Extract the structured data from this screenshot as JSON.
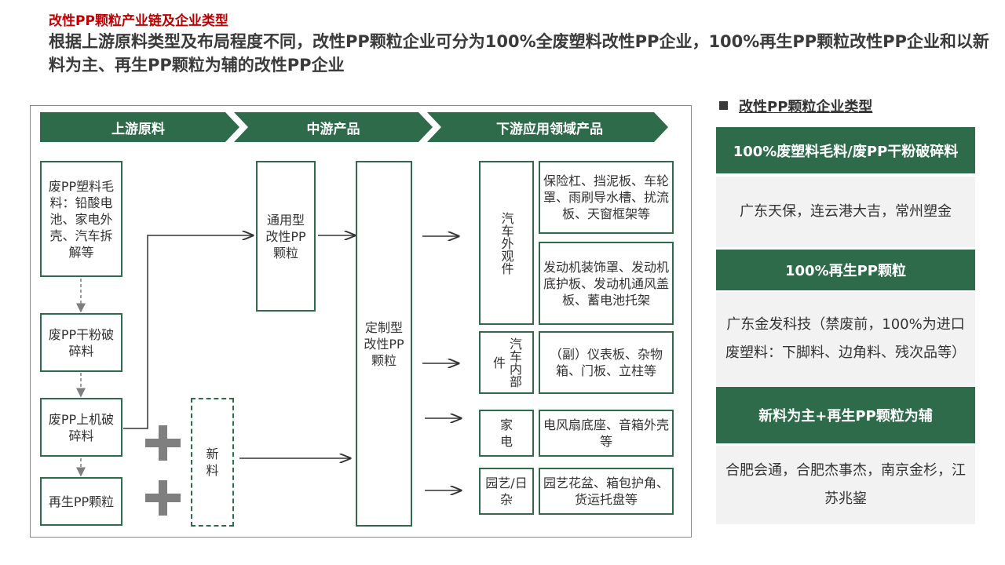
{
  "subtitle": "改性PP颗粒产业链及企业类型",
  "headline": "根据上游原料类型及布局程度不同，改性PP颗粒企业可分为100%全废塑料改性PP企业，100%再生PP颗粒改性PP企业和以新料为主、再生PP颗粒为辅的改性PP企业",
  "stages": [
    "上游原料",
    "中游产品",
    "下游应用领域产品"
  ],
  "upstream": [
    "废PP塑料毛料：铅酸电池、家电外壳、汽车拆解等",
    "废PP干粉破碎料",
    "废PP上机破碎料",
    "再生PP颗粒"
  ],
  "new_material": "新料",
  "midstream": {
    "general": "通用型改性PP颗粒",
    "custom": "定制型改性PP颗粒"
  },
  "downstream": [
    {
      "category": "汽车外观件",
      "products": [
        "保险杠、挡泥板、车轮罩、雨刷导水槽、扰流板、天窗框架等",
        "发动机装饰罩、发动机底护板、发动机通风盖板、蓄电池托架"
      ]
    },
    {
      "category": "汽车内部件",
      "products": [
        "（副）仪表板、杂物箱、门板、立柱等"
      ]
    },
    {
      "category": "家电",
      "products": [
        "电风扇底座、音箱外壳等"
      ]
    },
    {
      "category": "园艺/日杂",
      "products": [
        "园艺花盆、箱包护角、货运托盘等"
      ]
    }
  ],
  "enterprise_types": {
    "heading": "改性PP颗粒企业类型",
    "items": [
      {
        "type": "100%废塑料毛料/废PP干粉破碎料",
        "companies": "广东天保，连云港大吉，常州塑金"
      },
      {
        "type": "100%再生PP颗粒",
        "companies": "广东金发科技（禁废前，100%为进口废塑料：下脚料、边角料、残次品等）"
      },
      {
        "type": "新料为主+再生PP颗粒为辅",
        "companies": "合肥会通，合肥杰事杰，南京金杉，江苏兆鋆"
      }
    ]
  },
  "colors": {
    "green": "#2e6b4a",
    "red": "#c00000",
    "gray_bg": "#f2f2f2",
    "plus": "#7f7f7f"
  }
}
